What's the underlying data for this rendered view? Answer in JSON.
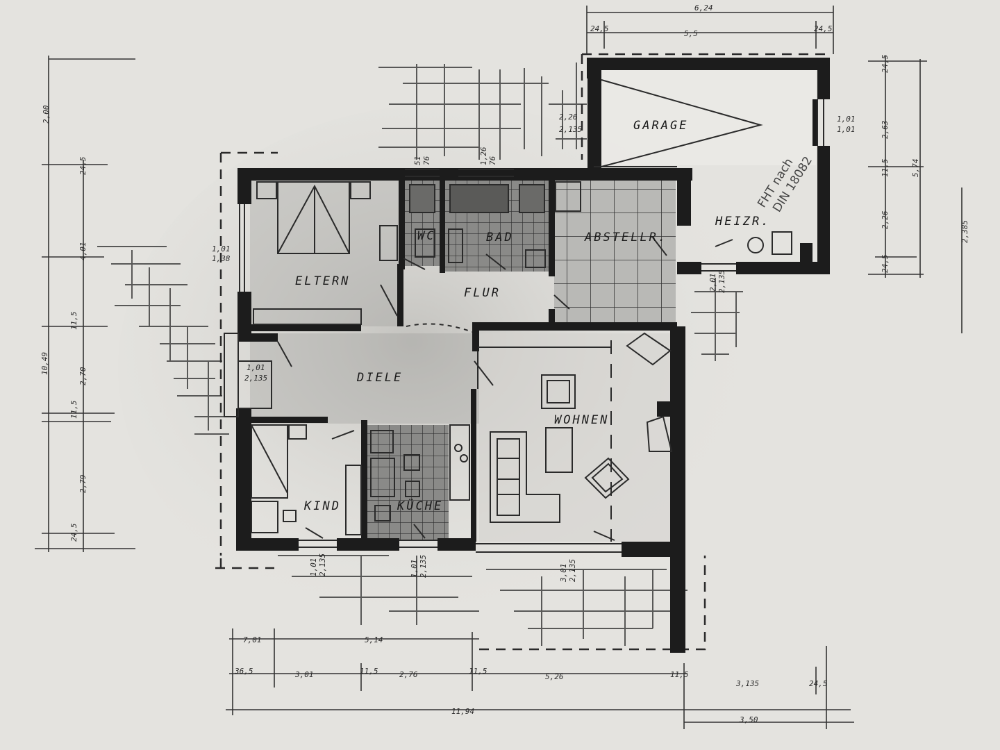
{
  "rooms": {
    "garage": "GARAGE",
    "heizr": "HEIZR.",
    "abstellr": "ABSTELLR.",
    "bad": "BAD",
    "wc": "WC",
    "eltern": "ELTERN",
    "flur": "FLUR",
    "diele": "DIELE",
    "wohnen": "WOHNEN",
    "kind": "KIND",
    "kueche": "KÜCHE"
  },
  "stamp": {
    "line1": "FHT nach",
    "line2": "DIN 18082"
  },
  "dimensions": {
    "top_total": "6,24",
    "top_inner": "5,5",
    "top_left": "24,5",
    "top_right": "24,5",
    "left_top": "2,00",
    "left_eltern": "4,01",
    "left_total": "10,49",
    "left_diele": "2,70",
    "left_kind": "2,79",
    "left_small_1": "24,5",
    "left_small_2": "11,5",
    "left_small_3": "11,5",
    "left_small_4": "24,5",
    "right_total": "5,74",
    "right_a": "2,63",
    "right_b": "2,26",
    "right_c": "2,385",
    "right_small_1": "24,5",
    "right_small_2": "11,5",
    "right_small_3": "24,5",
    "bottom_a": "7,01",
    "bottom_b": "5,14",
    "bottom_c": "3,01",
    "bottom_d": "2,76",
    "bottom_e": "5,26",
    "bottom_f": "3,135",
    "bottom_total": "11,94",
    "bottom_right": "3,50",
    "bottom_small_1": "36,5",
    "bottom_small_2": "11,5",
    "bottom_small_3": "11,5",
    "bottom_small_4": "11,5",
    "bottom_small_5": "24,5",
    "win_garage_l": "2,26",
    "win_garage_l2": "2,135",
    "win_garage_r": "1,01",
    "win_garage_r2": "1,01",
    "win_wc": "51",
    "win_wc2": "76",
    "win_bad": "1,26",
    "win_bad2": "76",
    "win_eltern": "1,01",
    "win_eltern2": "1,38",
    "win_diele": "1,01",
    "win_diele2": "2,135",
    "win_kind": "1,01",
    "win_kind2": "2,135",
    "win_kueche": "1,01",
    "win_kueche2": "2,135",
    "win_wohnen": "3,01",
    "win_wohnen2": "2,135",
    "door_heizr": "2,01",
    "door_heizr2": "2,135"
  }
}
